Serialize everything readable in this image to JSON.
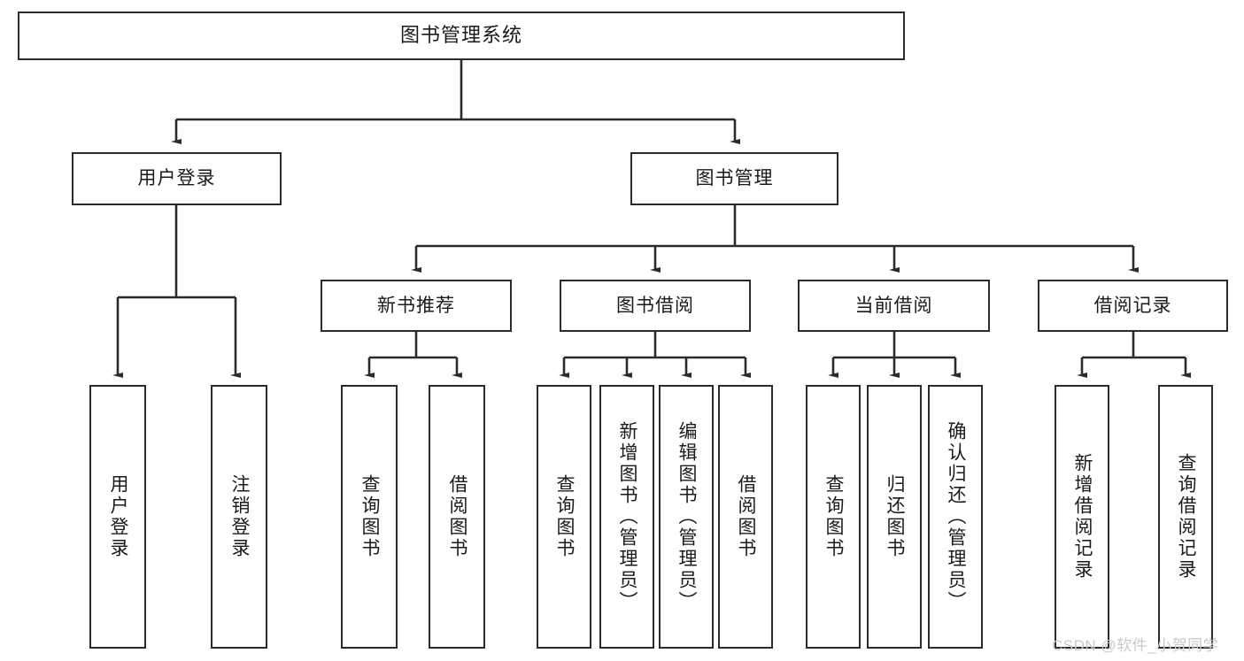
{
  "diagram": {
    "type": "tree-hierarchy",
    "title": "图书管理系统",
    "root": {
      "label": "图书管理系统"
    },
    "level1": [
      {
        "label": "用户登录"
      },
      {
        "label": "图书管理"
      }
    ],
    "level2": [
      {
        "label": "新书推荐",
        "parent": "图书管理"
      },
      {
        "label": "图书借阅",
        "parent": "图书管理"
      },
      {
        "label": "当前借阅",
        "parent": "图书管理"
      },
      {
        "label": "借阅记录",
        "parent": "图书管理"
      }
    ],
    "leaves": {
      "user_login": [
        {
          "label": "用户登录"
        },
        {
          "label": "注销登录"
        }
      ],
      "new_book_recommend": [
        {
          "label": "查询图书"
        },
        {
          "label": "借阅图书"
        }
      ],
      "book_borrow": [
        {
          "label": "查询图书"
        },
        {
          "label": "新增图书（管理员）"
        },
        {
          "label": "编辑图书（管理员）"
        },
        {
          "label": "借阅图书"
        }
      ],
      "current_borrow": [
        {
          "label": "查询图书"
        },
        {
          "label": "归还图书"
        },
        {
          "label": "确认归还（管理员）"
        }
      ],
      "borrow_record": [
        {
          "label": "新增借阅记录"
        },
        {
          "label": "查询借阅记录"
        }
      ]
    },
    "colors": {
      "stroke": "#2b2b2b",
      "fill": "#ffffff",
      "text": "#1a1a1a",
      "watermark": "#c9c9c9"
    }
  },
  "watermark": {
    "text": "CSDN @软件_小贺同学"
  }
}
